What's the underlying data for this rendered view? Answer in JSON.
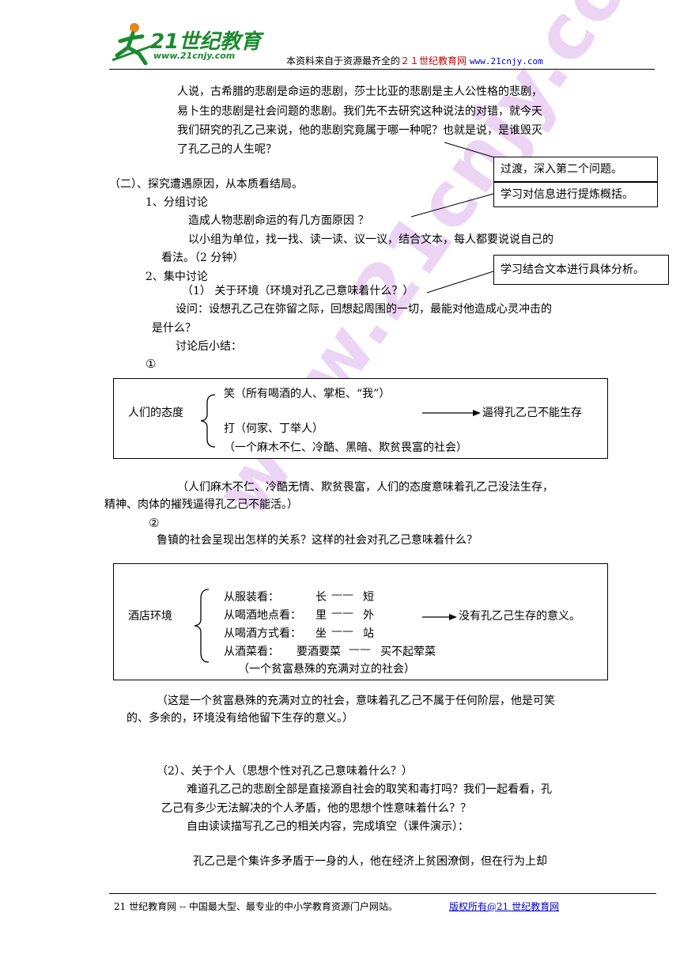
{
  "header": {
    "logo_text": "21世纪教育",
    "logo_url": "www.21cnjy.com",
    "source_prefix": "本资料来自于资源最齐全的",
    "source_site": "２１世纪教育网",
    "source_url": "www.21cnjy.com"
  },
  "body": {
    "intro_lines": [
      "人说，古希腊的悲剧是命运的悲剧，莎士比亚的悲剧是主人公性格的悲剧，",
      "易卜生的悲剧是社会问题的悲剧。我们先不去研究这种说法的对错，就今天",
      "我们研究的孔乙己来说，他的悲剧究竟属于哪一种呢？也就是说，是谁毁灭",
      "了孔乙己的人生呢？"
    ],
    "section2_title": "（二）、探究遭遇原因，从本质看结局。",
    "group_title": "1、分组讨论",
    "group_q": "造成人物悲剧命运的有几方面原因 ？",
    "group_inst_1": "以小组为单位，找一找、读一读、议一议，结合文本，每人都要说说自己的",
    "group_inst_2": "看法。（2 分钟）",
    "focus_title": "2、集中讨论",
    "env_title": "（1） 关于环境（环境对孔乙己意味着什么？）",
    "env_q_1": "设问：设想孔乙己在弥留之际，回想起周围的一切，最能对他造成心灵冲击的",
    "env_q_2": "是什么？",
    "summary": "讨论后小结：",
    "circle1": "①",
    "circle2": "②",
    "env_comment_1": "（人们麻木不仁、冷酷无情、欺贫畏富，人们的态度意味着孔乙己没法生存，",
    "env_comment_2": "精神、肉体的摧残逼得孔乙己不能活。）",
    "society_q": "鲁镇的社会呈现出怎样的关系？这样的社会对孔乙己意味着什么？",
    "tavern_comment_1": "（这是一个贫富悬殊的充满对立的社会，意味着孔乙己不属于任何阶层，他是可笑",
    "tavern_comment_2": "的、多余的，环境没有给他留下生存的意义。）",
    "person_title": "（2）、关于个人（思想个性对孔乙己意味着什么？）",
    "person_q_1": "难道孔乙己的悲剧全部是直接源自社会的取笑和毒打吗？我们一起看看，孔",
    "person_q_2": "乙己有多少无法解决的个人矛盾，他的思想个性意味着什么？？",
    "person_inst": "自由读读描写孔乙己的相关内容，完成填空（课件演示）：",
    "person_fill": "孔乙己是个集许多矛盾于一身的人，他在经济上贫困潦倒，但在行为上却"
  },
  "notes": {
    "note1": "过渡，深入第二个问题。",
    "note2": "学习对信息进行提炼概括。",
    "note3": "学习结合文本进行具体分析。"
  },
  "diagram1": {
    "label": "人们的态度",
    "item1": "笑（所有喝酒的人、掌柜、“我”）",
    "item2": "打（何家、丁举人）",
    "item3": "（一个麻木不仁、冷酷、黑暗、欺贫畏富的社会）",
    "result": "逼得孔乙己不能生存"
  },
  "diagram2": {
    "label": "酒店环境",
    "rows": [
      {
        "aspect": "从服装看：",
        "a": "长",
        "b": "短"
      },
      {
        "aspect": "从喝酒地点看：",
        "a": "里",
        "b": "外"
      },
      {
        "aspect": "从喝酒方式看：",
        "a": "坐",
        "b": "站"
      },
      {
        "aspect": "从酒菜看：",
        "a": "要酒要菜",
        "b": "买不起荤菜"
      }
    ],
    "dash": "——",
    "note": "（一个贫富悬殊的充满对立的社会）",
    "result": "没有孔乙己生存的意义。"
  },
  "footer": {
    "left": "21 世纪教育网 -- 中国最大型、最专业的中小学教育资源门户网站。",
    "right": "版权所有@21 世纪教育网"
  },
  "watermark": "www.21cnjy.com",
  "colors": {
    "accent_red": "#c00000",
    "link_blue": "#0000cc",
    "logo_green": "#1a8a2e",
    "watermark": "#e6c6f2"
  }
}
